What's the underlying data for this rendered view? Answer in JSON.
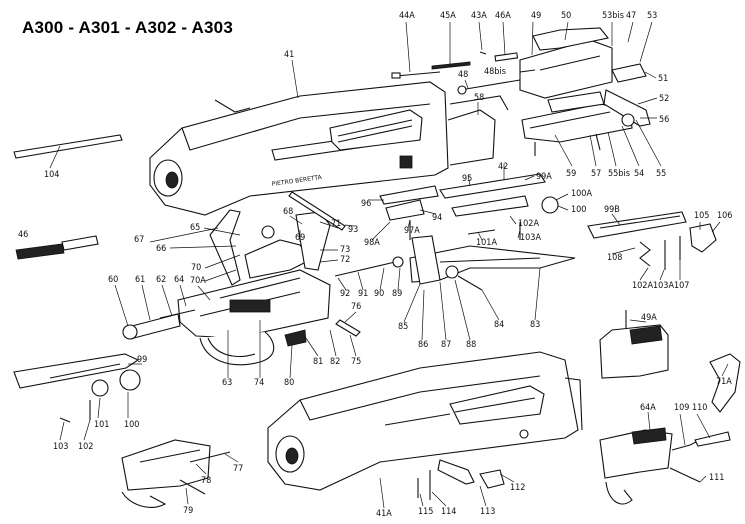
{
  "title": "A300 - A301 - A302 - A303",
  "parts": [
    {
      "id": "41",
      "text": "41"
    },
    {
      "id": "41A",
      "text": "41A"
    },
    {
      "id": "42",
      "text": "42"
    },
    {
      "id": "43A",
      "text": "43A"
    },
    {
      "id": "44A",
      "text": "44A"
    },
    {
      "id": "45A",
      "text": "45A"
    },
    {
      "id": "46",
      "text": "46"
    },
    {
      "id": "46A",
      "text": "46A"
    },
    {
      "id": "47",
      "text": "47"
    },
    {
      "id": "48",
      "text": "48"
    },
    {
      "id": "48bis",
      "text": "48bis"
    },
    {
      "id": "49",
      "text": "49"
    },
    {
      "id": "49A",
      "text": "49A"
    },
    {
      "id": "50",
      "text": "50"
    },
    {
      "id": "51",
      "text": "51"
    },
    {
      "id": "52",
      "text": "52"
    },
    {
      "id": "53",
      "text": "53"
    },
    {
      "id": "53bis",
      "text": "53bis"
    },
    {
      "id": "54",
      "text": "54"
    },
    {
      "id": "55",
      "text": "55"
    },
    {
      "id": "55bis",
      "text": "55bis"
    },
    {
      "id": "56",
      "text": "56"
    },
    {
      "id": "57",
      "text": "57"
    },
    {
      "id": "58",
      "text": "58"
    },
    {
      "id": "59",
      "text": "59"
    },
    {
      "id": "60",
      "text": "60"
    },
    {
      "id": "61",
      "text": "61"
    },
    {
      "id": "62",
      "text": "62"
    },
    {
      "id": "63",
      "text": "63"
    },
    {
      "id": "64",
      "text": "64"
    },
    {
      "id": "64A",
      "text": "64A"
    },
    {
      "id": "65",
      "text": "65"
    },
    {
      "id": "66",
      "text": "66"
    },
    {
      "id": "67",
      "text": "67"
    },
    {
      "id": "68",
      "text": "68"
    },
    {
      "id": "69",
      "text": "69"
    },
    {
      "id": "70",
      "text": "70"
    },
    {
      "id": "70A",
      "text": "70A"
    },
    {
      "id": "71",
      "text": "71"
    },
    {
      "id": "71A",
      "text": "71A"
    },
    {
      "id": "72",
      "text": "72"
    },
    {
      "id": "73",
      "text": "73"
    },
    {
      "id": "74",
      "text": "74"
    },
    {
      "id": "75",
      "text": "75"
    },
    {
      "id": "76",
      "text": "76"
    },
    {
      "id": "77",
      "text": "77"
    },
    {
      "id": "78",
      "text": "78"
    },
    {
      "id": "79",
      "text": "79"
    },
    {
      "id": "80",
      "text": "80"
    },
    {
      "id": "81",
      "text": "81"
    },
    {
      "id": "82",
      "text": "82"
    },
    {
      "id": "83",
      "text": "83"
    },
    {
      "id": "84",
      "text": "84"
    },
    {
      "id": "85",
      "text": "85"
    },
    {
      "id": "86",
      "text": "86"
    },
    {
      "id": "87",
      "text": "87"
    },
    {
      "id": "88",
      "text": "88"
    },
    {
      "id": "89",
      "text": "89"
    },
    {
      "id": "90",
      "text": "90"
    },
    {
      "id": "91",
      "text": "91"
    },
    {
      "id": "92",
      "text": "92"
    },
    {
      "id": "93",
      "text": "93"
    },
    {
      "id": "94",
      "text": "94"
    },
    {
      "id": "95",
      "text": "95"
    },
    {
      "id": "96",
      "text": "96"
    },
    {
      "id": "97A",
      "text": "97A"
    },
    {
      "id": "98A",
      "text": "98A"
    },
    {
      "id": "99",
      "text": "99"
    },
    {
      "id": "99A",
      "text": "99A"
    },
    {
      "id": "99B",
      "text": "99B"
    },
    {
      "id": "100",
      "text": "100"
    },
    {
      "id": "100b",
      "text": "100"
    },
    {
      "id": "100A",
      "text": "100A"
    },
    {
      "id": "101",
      "text": "101"
    },
    {
      "id": "101A",
      "text": "101A"
    },
    {
      "id": "102",
      "text": "102"
    },
    {
      "id": "102A",
      "text": "102A"
    },
    {
      "id": "102Ab",
      "text": "102A"
    },
    {
      "id": "103",
      "text": "103"
    },
    {
      "id": "103A",
      "text": "103A"
    },
    {
      "id": "103Ab",
      "text": "103A"
    },
    {
      "id": "104",
      "text": "104"
    },
    {
      "id": "105",
      "text": "105"
    },
    {
      "id": "106",
      "text": "106"
    },
    {
      "id": "107",
      "text": "107"
    },
    {
      "id": "108",
      "text": "108"
    },
    {
      "id": "109",
      "text": "109"
    },
    {
      "id": "110",
      "text": "110"
    },
    {
      "id": "111",
      "text": "111"
    },
    {
      "id": "112",
      "text": "112"
    },
    {
      "id": "113",
      "text": "113"
    },
    {
      "id": "114",
      "text": "114"
    },
    {
      "id": "115",
      "text": "115"
    }
  ],
  "receiver_marking": "PIETRO BERETTA"
}
